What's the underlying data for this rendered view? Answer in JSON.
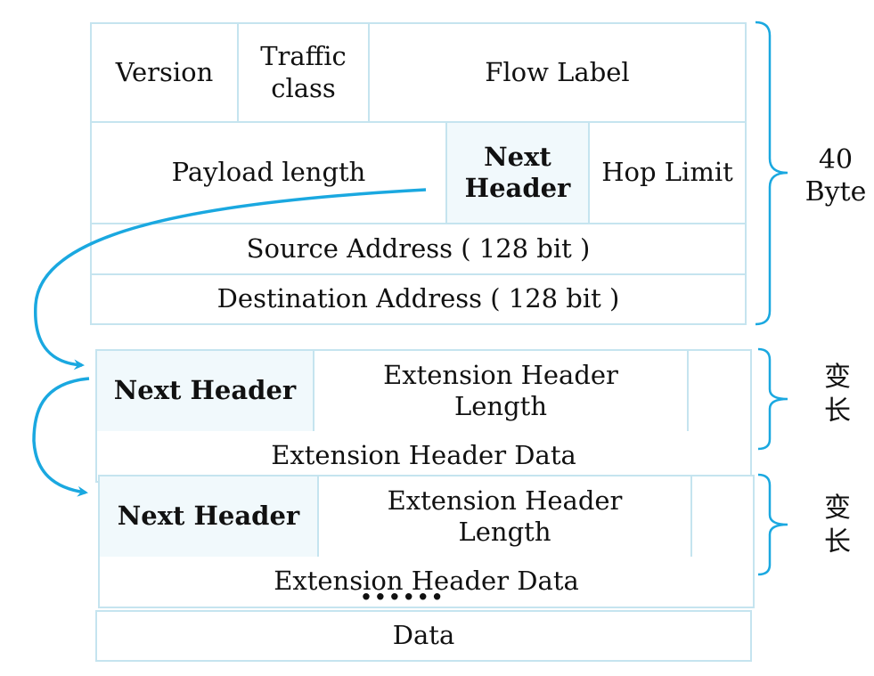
{
  "ipv6_header": {
    "version": "Version",
    "traffic_class": "Traffic class",
    "flow_label": "Flow Label",
    "payload_length": "Payload length",
    "next_header": "Next Header",
    "hop_limit": "Hop Limit",
    "source_address": "Source Address ( 128 bit )",
    "destination_address": "Destination Address ( 128 bit )"
  },
  "header_size_label": "40 Byte",
  "extension_headers": [
    {
      "next_header": "Next Header",
      "length": "Extension Header Length",
      "data": "Extension Header Data",
      "size_label": "变长"
    },
    {
      "next_header": "Next Header",
      "length": "Extension Header Length",
      "data": "Extension Header Data",
      "size_label": "变长"
    }
  ],
  "ellipsis": "......",
  "data_label": "Data",
  "colors": {
    "border": "#c5e4ef",
    "highlight": "#f1f9fc",
    "arrow": "#1aa8e0",
    "brace": "#1aa8e0"
  }
}
